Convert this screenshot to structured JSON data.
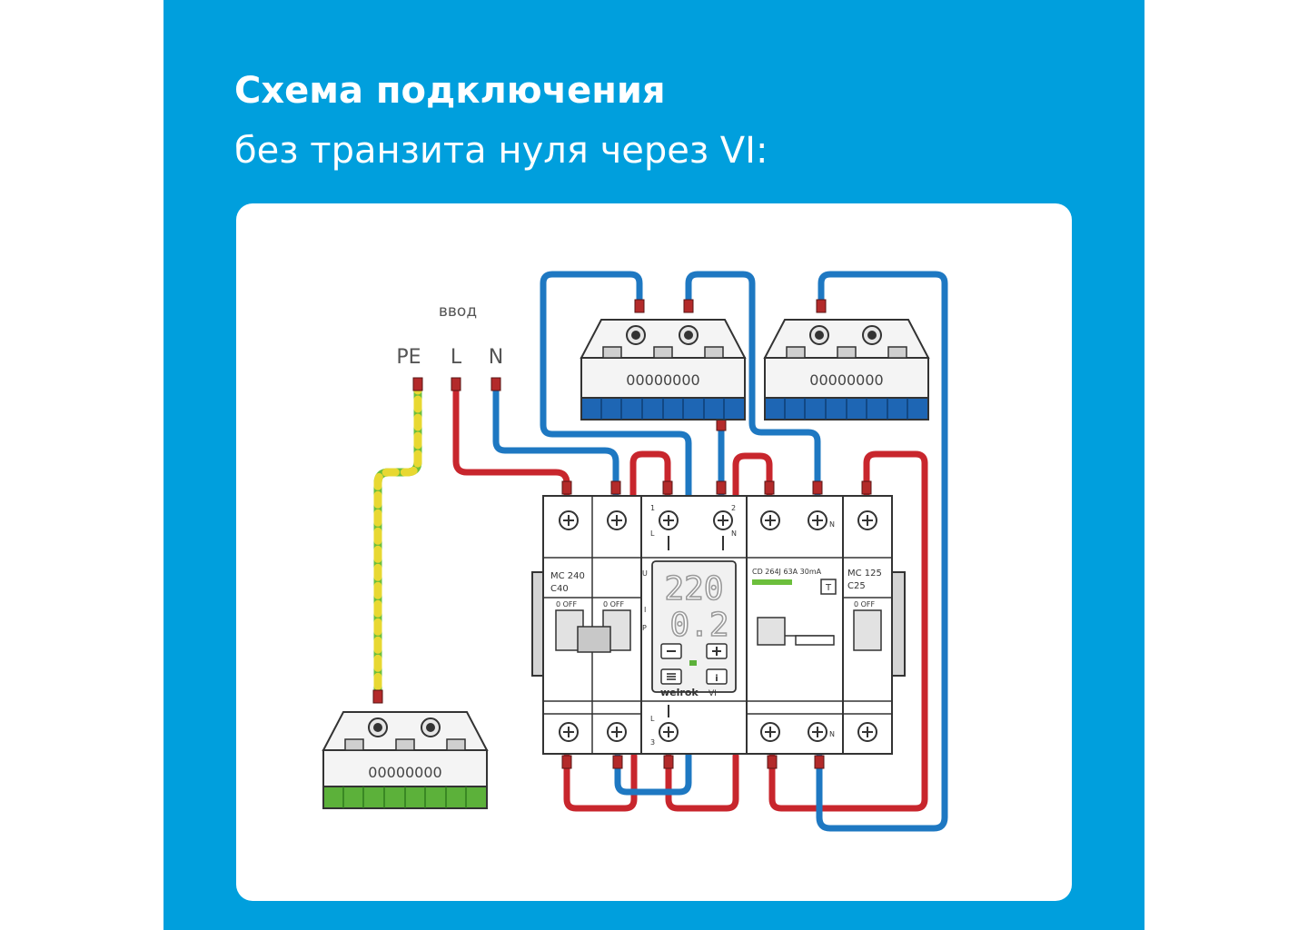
{
  "title": "Схема подключения",
  "subtitle": "без транзита нуля через VI:",
  "input_label": "ввод",
  "terminals": {
    "pe": "PE",
    "l": "L",
    "n": "N"
  },
  "bus_digits": "00000000",
  "devices": {
    "mc240": {
      "model": "MC 240",
      "rating": "C40",
      "off": "0  OFF"
    },
    "vi": {
      "t1": "1",
      "t2": "2",
      "t3": "3",
      "l": "L",
      "n": "N",
      "u": "U",
      "i": "I",
      "p": "P",
      "display_line1": "220",
      "display_line2": "0.2",
      "brand": "welrok",
      "model": "VI"
    },
    "rcd": {
      "model": "CD 264J 63A 30mA",
      "test": "T",
      "n": "N"
    },
    "mc125": {
      "model": "MC 125",
      "rating": "C25",
      "off": "0  OFF"
    }
  },
  "colors": {
    "background": "#009fdd",
    "card": "#ffffff",
    "live": "#c8262d",
    "neutral": "#1e78c2",
    "earth_green": "#6cbf3c",
    "earth_yellow": "#e8d832",
    "bus_blue": "#1e66b4",
    "bus_green": "#5cb13a"
  }
}
